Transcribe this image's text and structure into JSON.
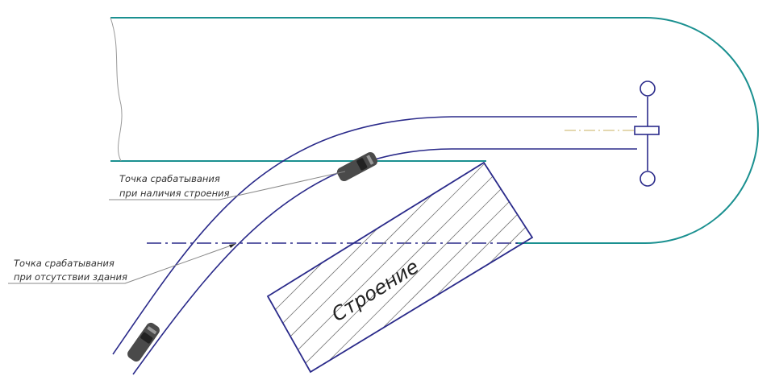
{
  "labels": {
    "trigger_with_building_line1": "Точка срабатывания",
    "trigger_with_building_line2": "при наличия строения",
    "trigger_without_building_line1": "Точка срабатывания",
    "trigger_without_building_line2": "при отсутствии здания",
    "building": "Строение"
  },
  "colors": {
    "boundary": "#1a9090",
    "road": "#2a2a8a",
    "axis": "#2a2a8a",
    "car": "#4a4a4a",
    "leader": "#888888"
  }
}
